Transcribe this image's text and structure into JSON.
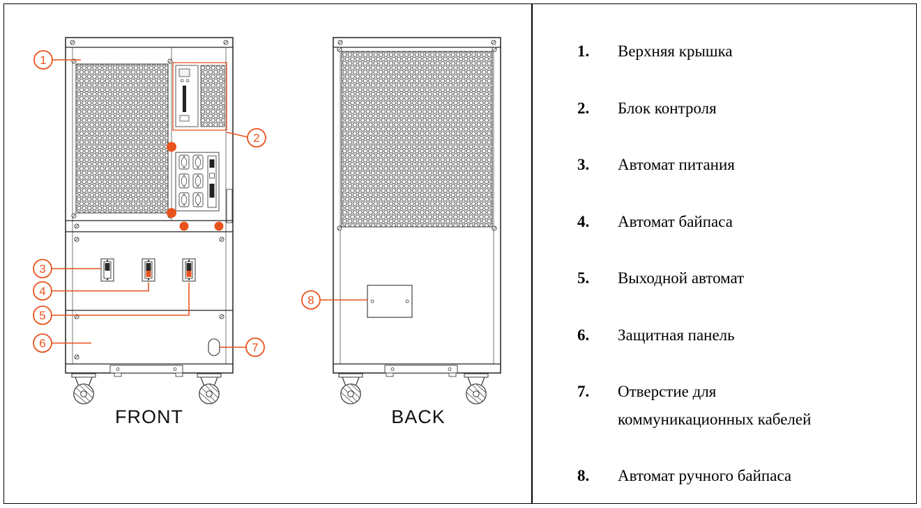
{
  "diagram": {
    "front_label": "FRONT",
    "back_label": "BACK",
    "accent_color": "#e8531d",
    "callouts": [
      "1",
      "2",
      "3",
      "4",
      "5",
      "6",
      "7",
      "8"
    ]
  },
  "legend": {
    "items": [
      {
        "num": "1.",
        "text": "Верхняя крышка"
      },
      {
        "num": "2.",
        "text": "Блок контроля"
      },
      {
        "num": "3.",
        "text": "Автомат питания"
      },
      {
        "num": "4.",
        "text": "Автомат байпаса"
      },
      {
        "num": "5.",
        "text": "Выходной автомат"
      },
      {
        "num": "6.",
        "text": "Защитная панель"
      },
      {
        "num": "7.",
        "text": "Отверстие для коммуникационных кабелей"
      },
      {
        "num": "8.",
        "text": "Автомат ручного байпаса"
      }
    ]
  }
}
